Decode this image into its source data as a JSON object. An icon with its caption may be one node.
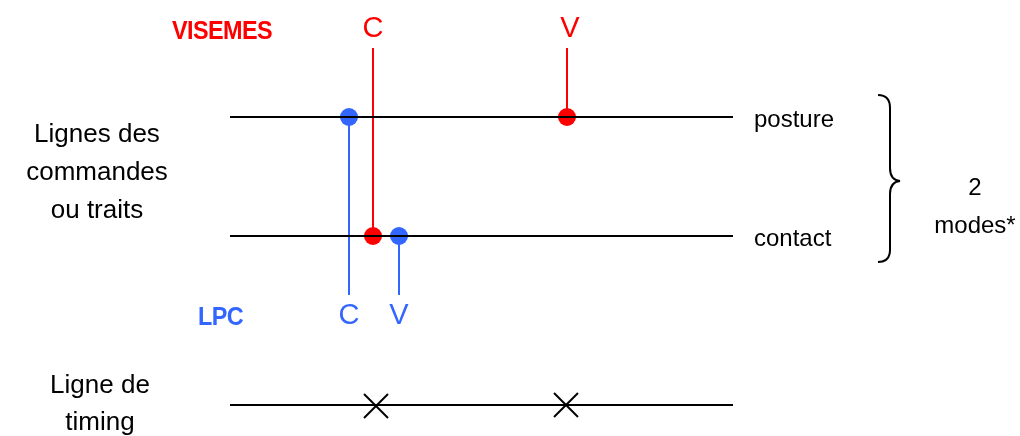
{
  "diagram": {
    "nodes": [
      {
        "text": [
          "C"
        ]
      },
      {
        "text": [
          "V"
        ]
      },
      {
        "text": [
          "C"
        ]
      },
      {
        "text": [
          "V"
        ]
      },
      {
        "text": [],
        "shape": "bar",
        "beside": [
          "posture"
        ]
      },
      {
        "text": [],
        "shape": "bar",
        "beside": [
          "contact"
        ]
      },
      {
        "text": [],
        "shape": "bar",
        "beside": [
          "Ligne de timing"
        ]
      }
    ],
    "edges": [
      {
        "from": 0,
        "to": 5,
        "arrow": "other",
        "color": "#ff0000"
      },
      {
        "from": 1,
        "to": 4,
        "arrow": "other",
        "color": "#ff0000"
      },
      {
        "from": 2,
        "to": 4,
        "arrow": "other",
        "color": "#3366ff"
      },
      {
        "from": 3,
        "to": 5,
        "arrow": "other",
        "color": "#3366ff"
      }
    ],
    "labels": [
      "VISEMES",
      "Lignes des commandes ou traits",
      "LPC",
      "2 modes*"
    ]
  }
}
